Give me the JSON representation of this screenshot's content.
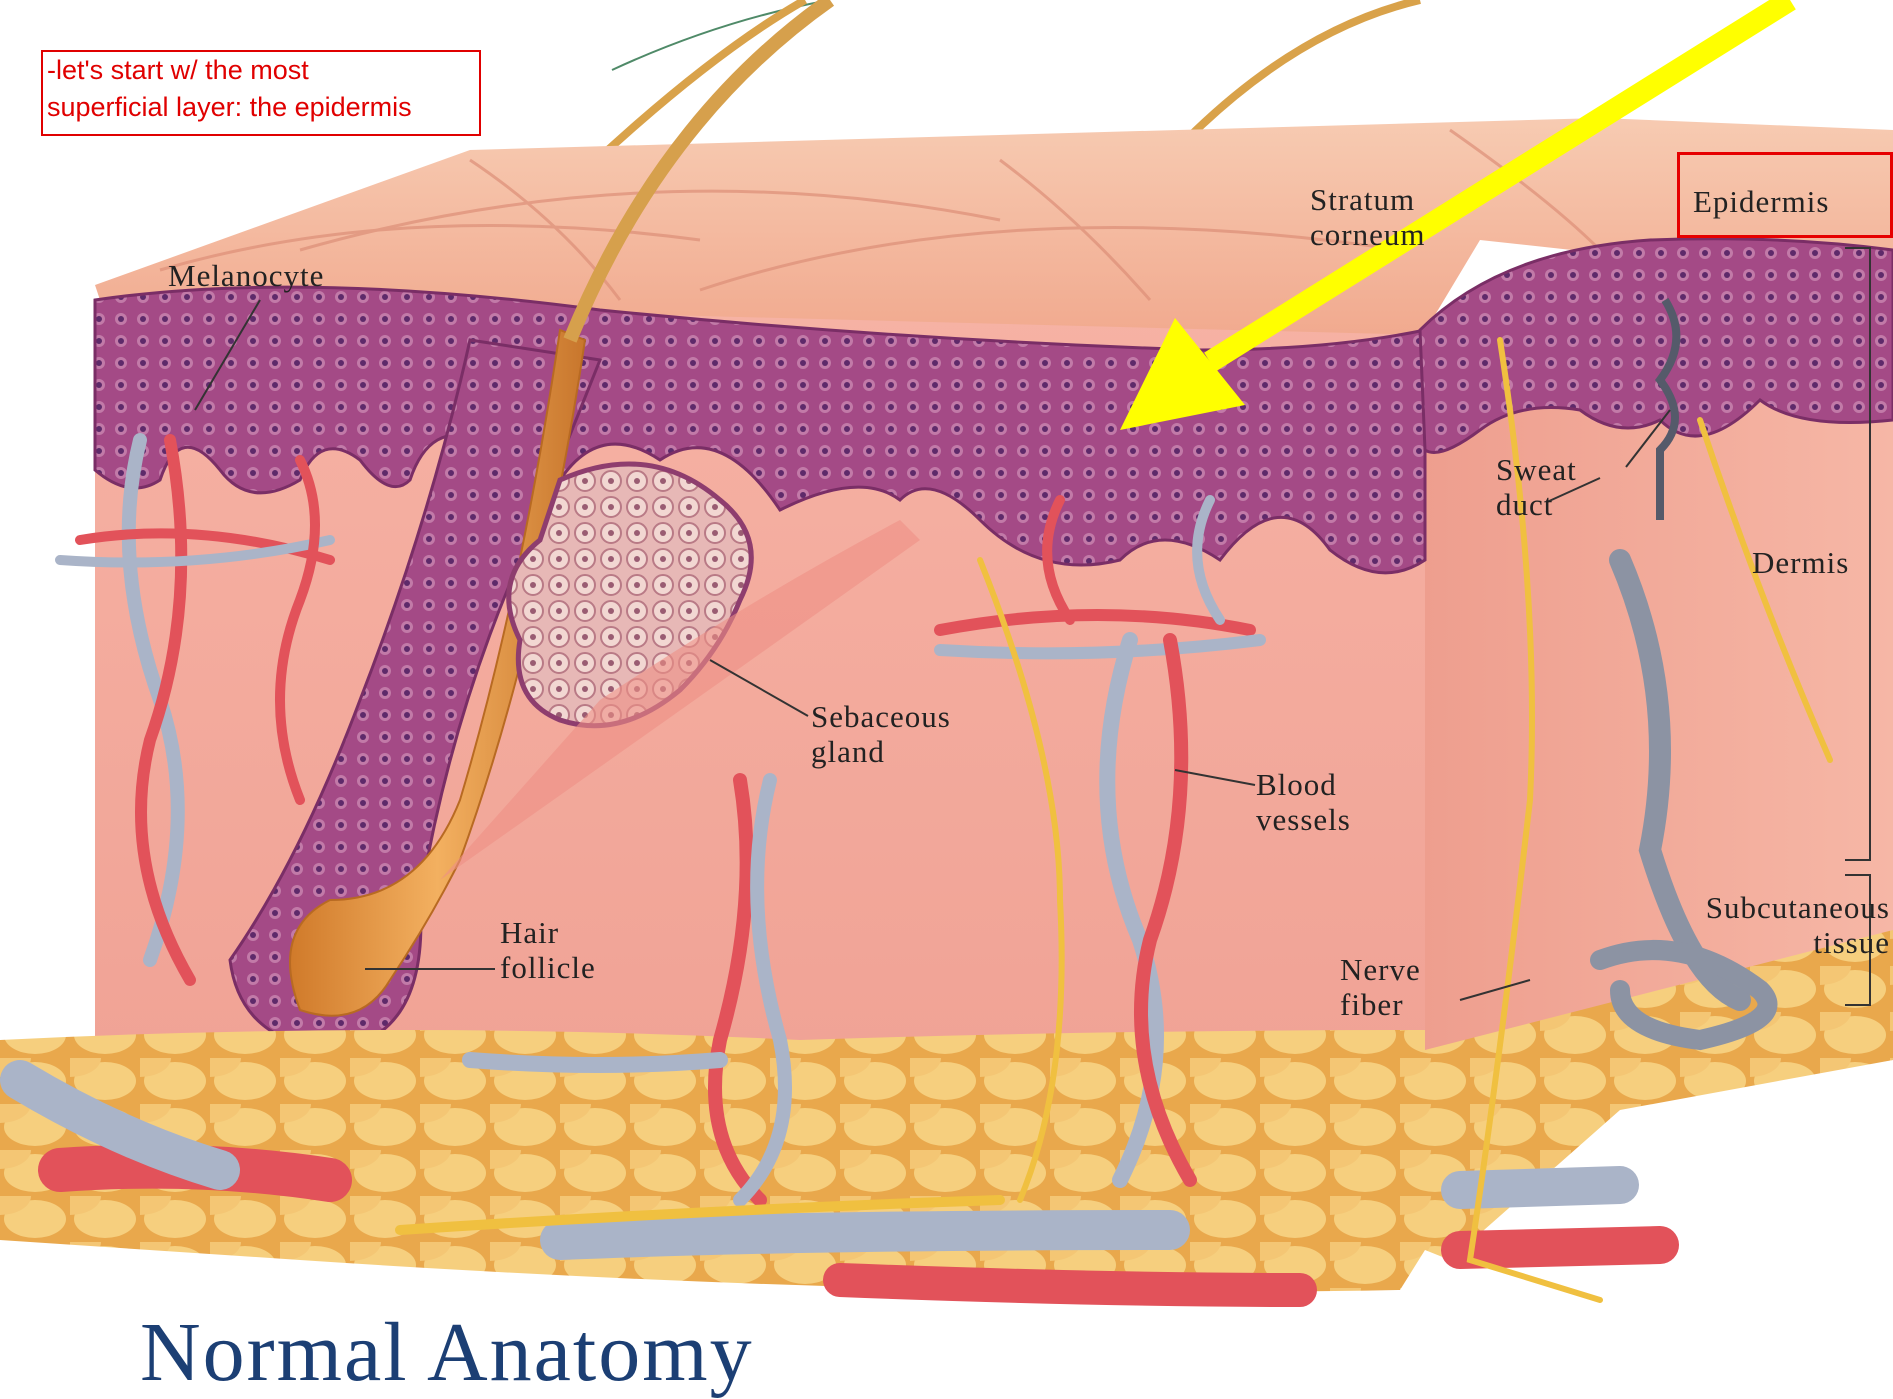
{
  "note": {
    "line1": "-let's start w/ the most",
    "line2": "superficial layer: the epidermis"
  },
  "labels": {
    "stratum_corneum_line1": "Stratum",
    "stratum_corneum_line2": "corneum",
    "epidermis": "Epidermis",
    "melanocyte": "Melanocyte",
    "sweat_duct_line1": "Sweat",
    "sweat_duct_line2": "duct",
    "dermis": "Dermis",
    "sebaceous_line1": "Sebaceous",
    "sebaceous_line2": "gland",
    "blood_line1": "Blood",
    "blood_line2": "vessels",
    "subcutaneous_line1": "Subcutaneous",
    "subcutaneous_line2": "tissue",
    "hair_line1": "Hair",
    "hair_line2": "follicle",
    "nerve_line1": "Nerve",
    "nerve_line2": "fiber"
  },
  "title": "Normal Anatomy",
  "colors": {
    "note_border": "#e00000",
    "highlight_box": "#e60000",
    "arrow": "#ffff00",
    "title": "#1c3f74",
    "skin_surface": "#f3b49a",
    "epidermis_layer": "#a84a86",
    "dermis": "#f2a89a",
    "fat": "#f3c978",
    "artery": "#e2525a",
    "vein": "#aab4c8",
    "nerve": "#f0c040",
    "hair": "#d99a3e"
  }
}
